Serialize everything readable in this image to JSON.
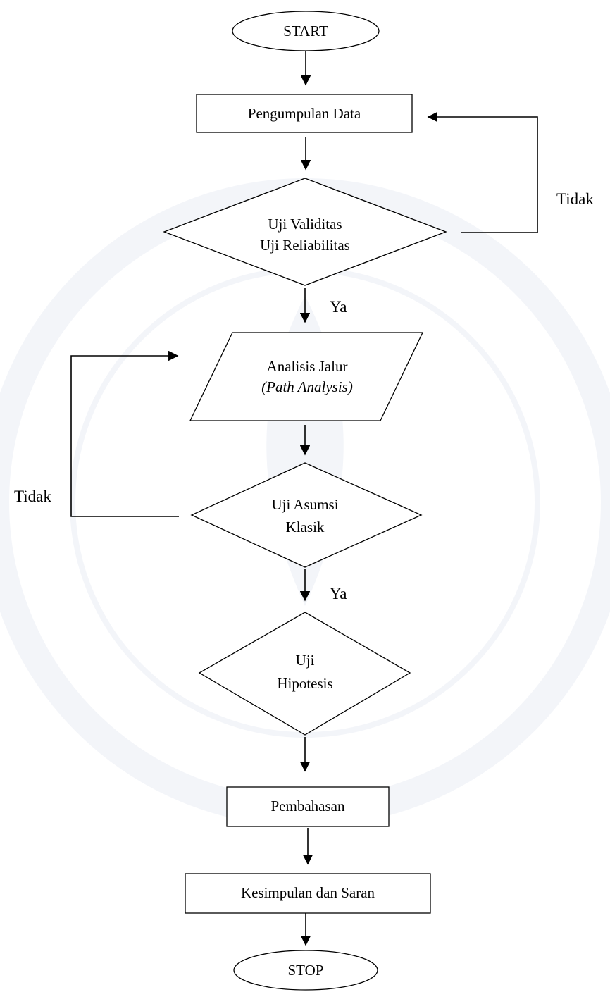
{
  "flowchart": {
    "start": "START",
    "collect_data": "Pengumpulan Data",
    "validity_test": {
      "line1": "Uji Validitas",
      "line2": "Uji Reliabilitas"
    },
    "path_analysis": {
      "line1": "Analisis Jalur",
      "line2": "(Path Analysis)"
    },
    "classic_assumption": {
      "line1": "Uji Asumsi",
      "line2": "Klasik"
    },
    "hypothesis_test": {
      "line1": "Uji",
      "line2": "Hipotesis"
    },
    "discussion": "Pembahasan",
    "conclusion": "Kesimpulan dan Saran",
    "stop": "STOP",
    "edge_labels": {
      "validity_no": "Tidak",
      "validity_yes": "Ya",
      "assumption_no": "Tidak",
      "assumption_yes": "Ya"
    }
  }
}
